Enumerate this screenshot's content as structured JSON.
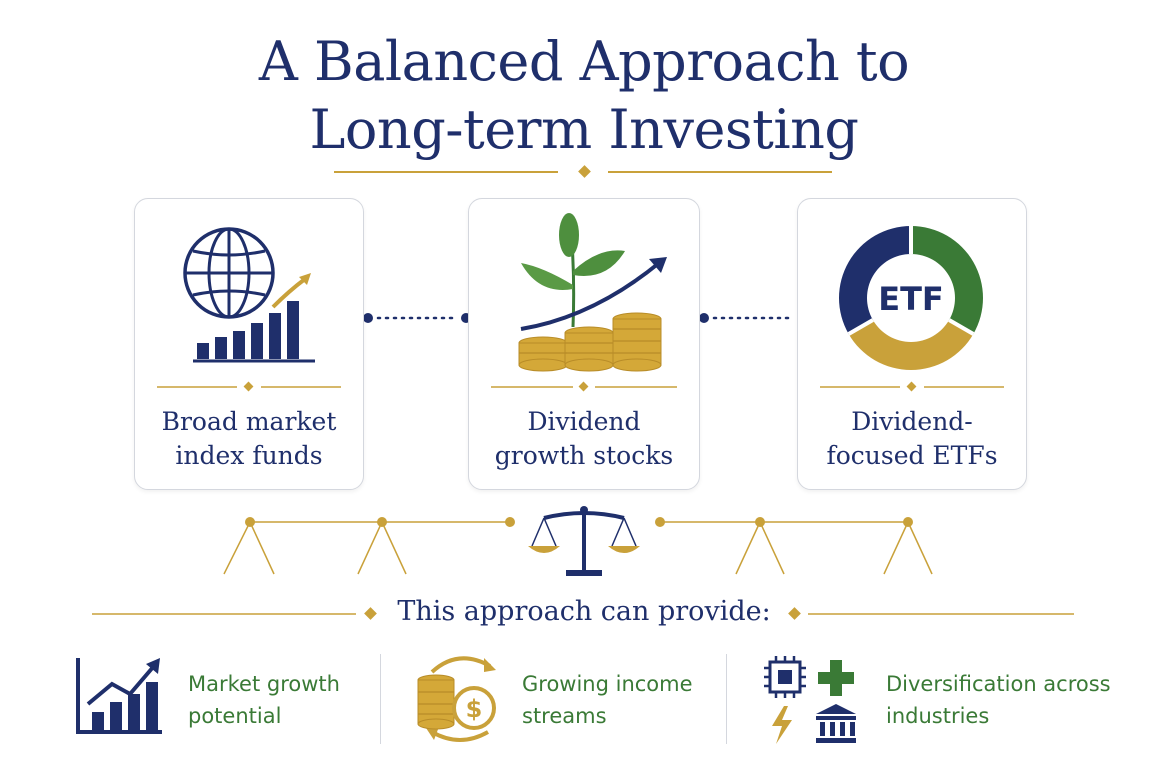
{
  "header": {
    "title_line1": "A Balanced Approach to",
    "title_line2": "Long-term Investing"
  },
  "cards": [
    {
      "line1": "Broad market",
      "line2": "index funds",
      "icon": "globe-growth-chart-icon"
    },
    {
      "line1": "Dividend",
      "line2": "growth stocks",
      "icon": "plant-coins-icon"
    },
    {
      "line1": "Dividend-",
      "line2": "focused ETFs",
      "icon": "etf-donut-icon",
      "icon_text": "ETF"
    }
  ],
  "provide_label": "This approach can provide:",
  "benefits": [
    {
      "line1": "Market growth",
      "line2": "potential",
      "icon": "rising-bar-chart-icon"
    },
    {
      "line1": "Growing income",
      "line2": "streams",
      "icon": "coins-dollar-cycle-icon"
    },
    {
      "line1": "Diversification across",
      "line2": "industries",
      "icon": "industries-icon"
    }
  ],
  "colors": {
    "navy": "#1f2f6b",
    "gold": "#c9a13a",
    "green": "#3a7a36",
    "border": "#d4d7de"
  }
}
